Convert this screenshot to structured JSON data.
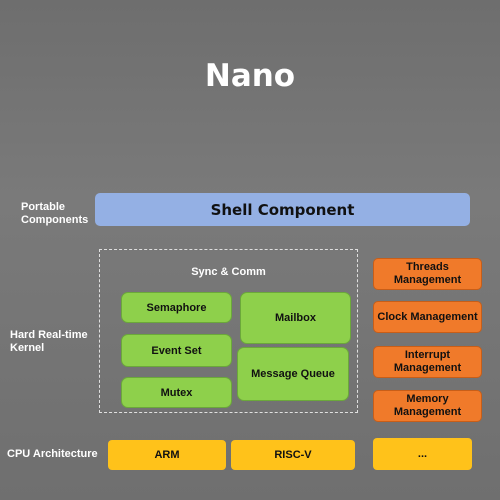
{
  "title": "Nano",
  "layers": {
    "portable": {
      "label": "Portable Components",
      "shell": "Shell Component"
    },
    "kernel": {
      "label": "Hard Real-time Kernel",
      "sync_title": "Sync & Comm",
      "sync_items": {
        "semaphore": "Semaphore",
        "event_set": "Event Set",
        "mutex": "Mutex",
        "mailbox": "Mailbox",
        "message_queue": "Message Queue"
      },
      "management": {
        "threads": "Threads Management",
        "clock": "Clock Management",
        "interrupt": "Interrupt Management",
        "memory": "Memory Management"
      }
    },
    "cpu": {
      "label": "CPU Architecture",
      "items": {
        "arm": "ARM",
        "riscv": "RISC-V",
        "more": "..."
      }
    }
  },
  "colors": {
    "background": "#757575",
    "portable": "#94b0e4",
    "sync": "#8ed04b",
    "management": "#f07a2a",
    "cpu": "#ffc21a"
  }
}
